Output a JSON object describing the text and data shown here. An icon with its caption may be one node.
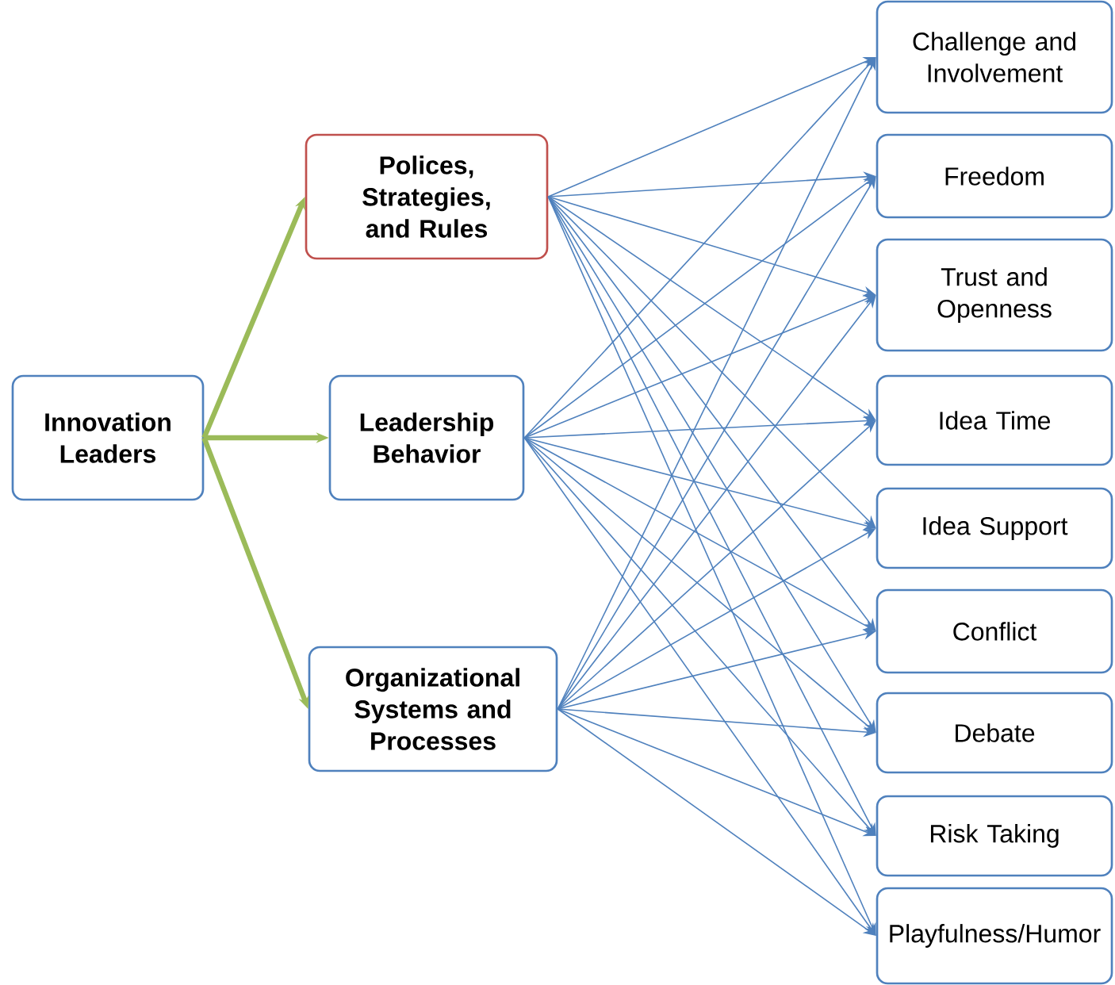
{
  "diagram": {
    "nodes": [
      {
        "text": [
          "Innovation Leaders"
        ]
      },
      {
        "text": [
          "Polices, Strategies, and Rules"
        ]
      },
      {
        "text": [
          "Leadership Behavior"
        ]
      },
      {
        "text": [
          "Organizational Systems and Processes"
        ]
      },
      {
        "text": [
          "Challenge and Involvement"
        ]
      },
      {
        "text": [
          "Freedom"
        ]
      },
      {
        "text": [
          "Trust and Openness"
        ]
      },
      {
        "text": [
          "Idea Time"
        ]
      },
      {
        "text": [
          "Idea Support"
        ]
      },
      {
        "text": [
          "Conflict"
        ]
      },
      {
        "text": [
          "Debate"
        ]
      },
      {
        "text": [
          "Risk Taking"
        ]
      },
      {
        "text": [
          "Playfulness/Humor"
        ]
      }
    ],
    "edges": [
      {
        "from": 0,
        "to": 1,
        "arrow": "to",
        "style": "thick",
        "color": "#9bbb59"
      },
      {
        "from": 0,
        "to": 2,
        "arrow": "to",
        "style": "thick",
        "color": "#9bbb59"
      },
      {
        "from": 0,
        "to": 3,
        "arrow": "to",
        "style": "thick",
        "color": "#9bbb59"
      },
      {
        "from": 1,
        "to": 4,
        "arrow": "to"
      },
      {
        "from": 1,
        "to": 5,
        "arrow": "to"
      },
      {
        "from": 1,
        "to": 6,
        "arrow": "to"
      },
      {
        "from": 1,
        "to": 7,
        "arrow": "to"
      },
      {
        "from": 1,
        "to": 8,
        "arrow": "to"
      },
      {
        "from": 1,
        "to": 9,
        "arrow": "to"
      },
      {
        "from": 1,
        "to": 10,
        "arrow": "to"
      },
      {
        "from": 1,
        "to": 11,
        "arrow": "to"
      },
      {
        "from": 1,
        "to": 12,
        "arrow": "to"
      },
      {
        "from": 2,
        "to": 4,
        "arrow": "to"
      },
      {
        "from": 2,
        "to": 5,
        "arrow": "to"
      },
      {
        "from": 2,
        "to": 6,
        "arrow": "to"
      },
      {
        "from": 2,
        "to": 7,
        "arrow": "to"
      },
      {
        "from": 2,
        "to": 8,
        "arrow": "to"
      },
      {
        "from": 2,
        "to": 9,
        "arrow": "to"
      },
      {
        "from": 2,
        "to": 10,
        "arrow": "to"
      },
      {
        "from": 2,
        "to": 11,
        "arrow": "to"
      },
      {
        "from": 2,
        "to": 12,
        "arrow": "to"
      },
      {
        "from": 3,
        "to": 4,
        "arrow": "to"
      },
      {
        "from": 3,
        "to": 5,
        "arrow": "to"
      },
      {
        "from": 3,
        "to": 6,
        "arrow": "to"
      },
      {
        "from": 3,
        "to": 7,
        "arrow": "to"
      },
      {
        "from": 3,
        "to": 8,
        "arrow": "to"
      },
      {
        "from": 3,
        "to": 9,
        "arrow": "to"
      },
      {
        "from": 3,
        "to": 10,
        "arrow": "to"
      },
      {
        "from": 3,
        "to": 11,
        "arrow": "to"
      },
      {
        "from": 3,
        "to": 12,
        "arrow": "to"
      }
    ]
  }
}
